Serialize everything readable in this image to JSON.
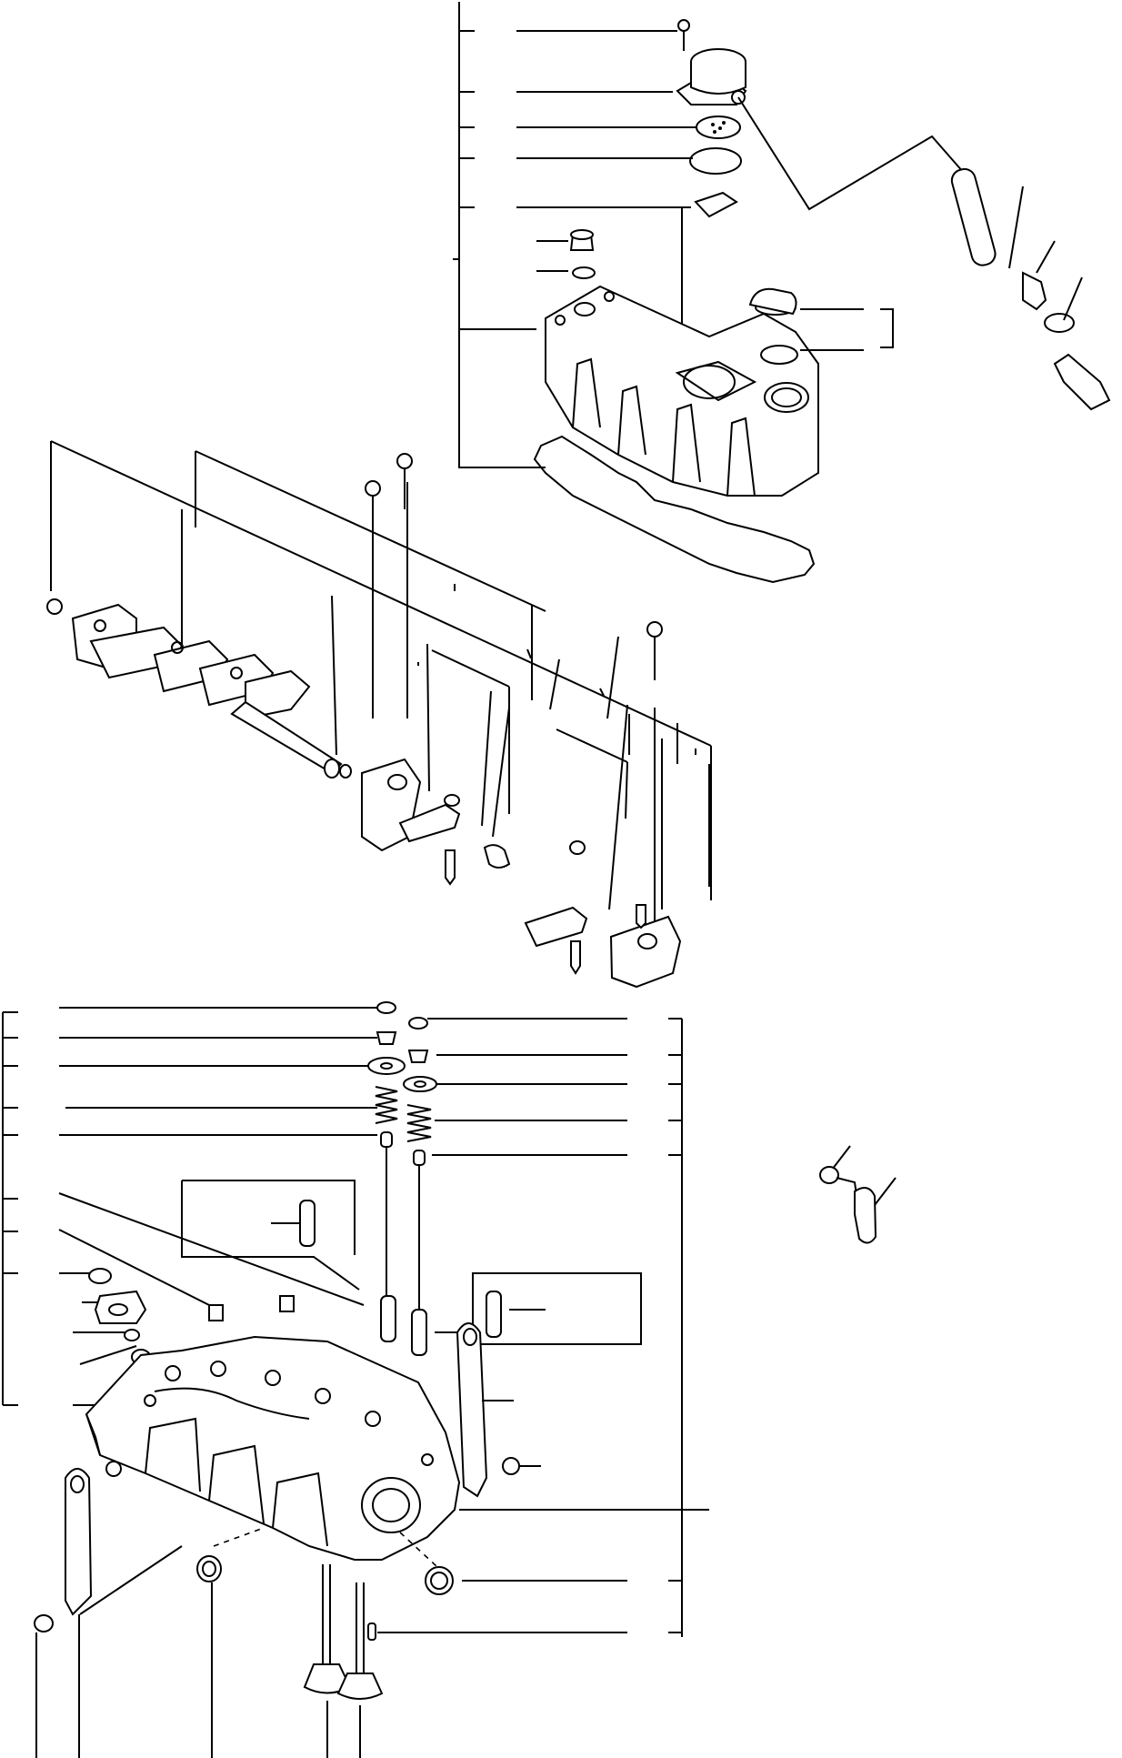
{
  "diagram": {
    "description_visible_text": [],
    "line_color": "#000000",
    "background_color": "#ffffff",
    "sections": [
      {
        "id": "valve-cover-assembly",
        "label": ""
      },
      {
        "id": "rocker-arm-assembly",
        "label": ""
      },
      {
        "id": "cylinder-head-assembly",
        "label": ""
      },
      {
        "id": "clip-detail",
        "label": ""
      }
    ]
  }
}
